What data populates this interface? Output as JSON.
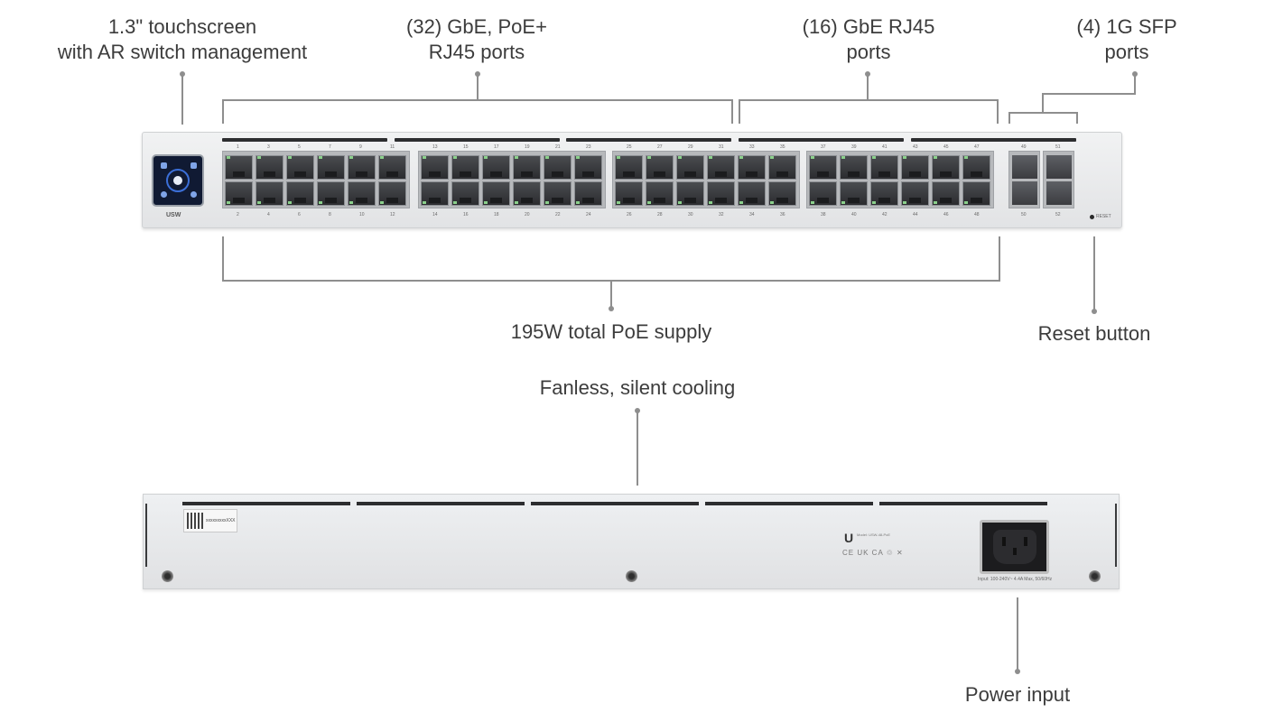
{
  "callouts": {
    "touchscreen": [
      "1.3\" touchscreen",
      "with AR switch management"
    ],
    "poe_ports": [
      "(32) GbE, PoE+",
      "RJ45 ports"
    ],
    "gbe_ports": [
      "(16) GbE RJ45",
      "ports"
    ],
    "sfp_ports": [
      "(4) 1G SFP",
      "ports"
    ],
    "poe_supply": "195W total PoE supply",
    "reset": "Reset button",
    "cooling": "Fanless, silent cooling",
    "power": "Power input"
  },
  "device": {
    "brand": "USW",
    "reset_label": "RESET",
    "port_numbers_top": [
      "1",
      "3",
      "5",
      "7",
      "9",
      "11",
      "13",
      "15",
      "17",
      "19",
      "21",
      "23",
      "25",
      "27",
      "29",
      "31",
      "33",
      "35",
      "37",
      "39",
      "41",
      "43",
      "45",
      "47"
    ],
    "port_numbers_bottom": [
      "2",
      "4",
      "6",
      "8",
      "10",
      "12",
      "14",
      "16",
      "18",
      "20",
      "22",
      "24",
      "26",
      "28",
      "30",
      "32",
      "34",
      "36",
      "38",
      "40",
      "42",
      "44",
      "46",
      "48"
    ],
    "sfp_numbers_top": [
      "49",
      "51"
    ],
    "sfp_numbers_bottom": [
      "50",
      "52"
    ],
    "rear_model": "Model: USW-48-PoE",
    "rear_sticker": "xxxxxxxxxXXX",
    "rear_power_text": "Input: 100-240V~ 4.4A Max, 50/60Hz",
    "cert_marks": "CE UK CA ♲ ✕"
  },
  "colors": {
    "leader": "#8e8e8e",
    "panel": "#e8e9eb",
    "accent": "#3b6fd8"
  }
}
